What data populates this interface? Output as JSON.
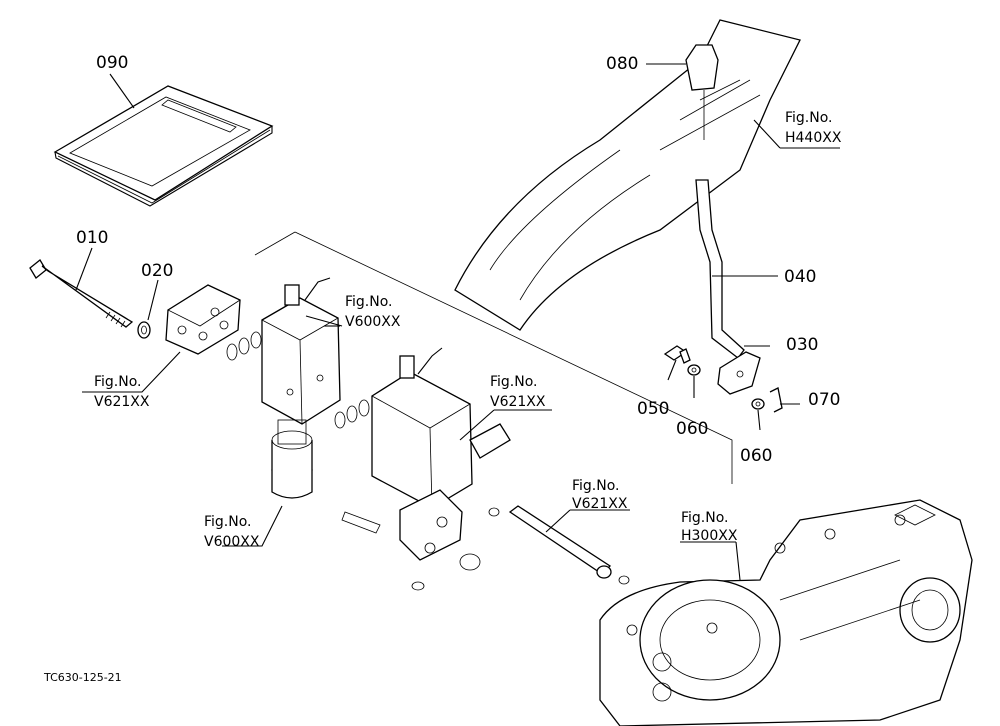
{
  "callouts": {
    "p010": "010",
    "p020": "020",
    "p030": "030",
    "p040": "040",
    "p050": "050",
    "p060a": "060",
    "p060b": "060",
    "p070": "070",
    "p080": "080",
    "p090": "090"
  },
  "figrefs": {
    "h440": {
      "line1": "Fig.No.",
      "line2": "H440XX"
    },
    "v600_top": {
      "line1": "Fig.No.",
      "line2": "V600XX"
    },
    "v621_mid": {
      "line1": "Fig.No.",
      "line2": "V621XX"
    },
    "v621_left": {
      "line1": "Fig.No.",
      "line2": "V621XX"
    },
    "v600_bottom": {
      "line1": "Fig.No.",
      "line2": "V600XX"
    },
    "v621_pipe": {
      "line1": "Fig.No.",
      "line2": "V621XX"
    },
    "h300": {
      "line1": "Fig.No.",
      "line2": "H300XX"
    }
  },
  "drawing_code": "TC630-125-21"
}
